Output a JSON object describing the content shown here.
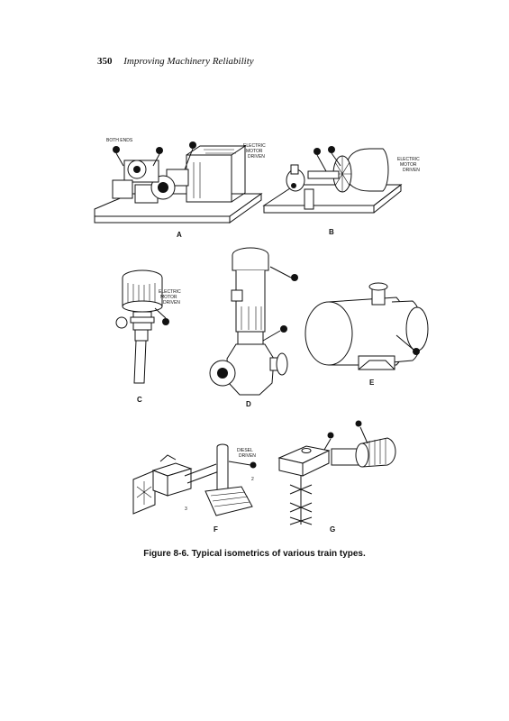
{
  "header": {
    "page_number": "350",
    "title": "Improving Machinery Reliability"
  },
  "figure": {
    "caption": "Figure 8-6. Typical isometrics of various train types.",
    "panels": [
      {
        "letter": "A",
        "labels": [
          "BOTH ENDS",
          "ELECTRIC",
          "MOTOR",
          "DRIVEN"
        ]
      },
      {
        "letter": "B",
        "labels": [
          "ELECTRIC",
          "MOTOR",
          "DRIVEN"
        ]
      },
      {
        "letter": "C",
        "labels": [
          "ELECTRIC",
          "MOTOR",
          "DRIVEN"
        ]
      },
      {
        "letter": "D",
        "labels": []
      },
      {
        "letter": "E",
        "labels": []
      },
      {
        "letter": "F",
        "labels": [
          "DIESEL",
          "DRIVEN",
          "2",
          "3"
        ]
      },
      {
        "letter": "G",
        "labels": []
      }
    ]
  }
}
